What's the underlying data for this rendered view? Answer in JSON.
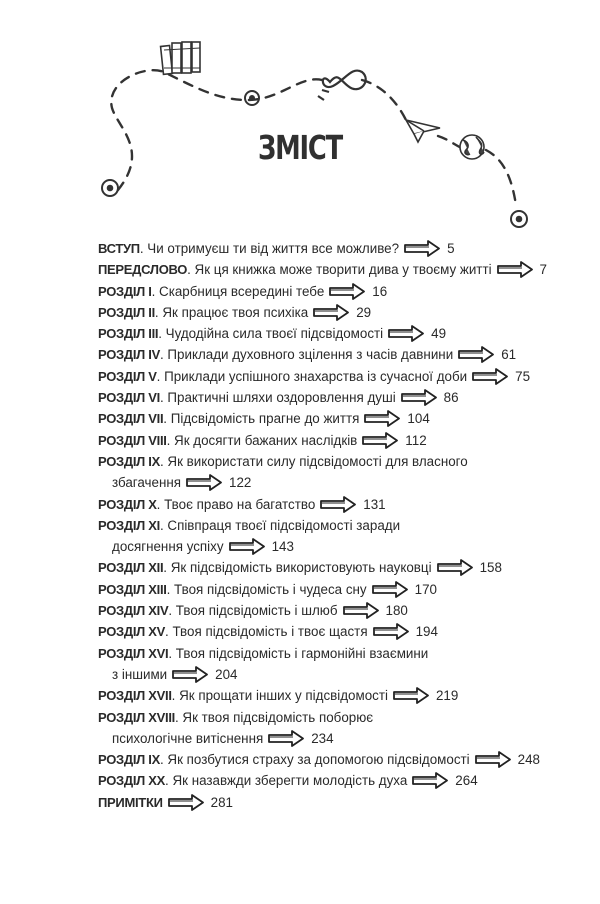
{
  "title": "ЗМІСТ",
  "icons": [
    "books-icon",
    "target-icon",
    "infinity-icon",
    "paper-plane-icon",
    "globe-icon"
  ],
  "colors": {
    "text": "#2a2a2a",
    "title": "#303030"
  },
  "entries": [
    {
      "label": "ВСТУП",
      "text": "Чи отримуєш ти від життя все можливе?",
      "page": "5"
    },
    {
      "label": "ПЕРЕДСЛОВО",
      "text": "Як ця книжка може творити дива у твоєму житті",
      "page": "7"
    },
    {
      "label": "РОЗДІЛ І",
      "text": "Скарбниця всередині тебе",
      "page": "16"
    },
    {
      "label": "РОЗДІЛ ІІ",
      "text": "Як працює твоя психіка",
      "page": "29"
    },
    {
      "label": "РОЗДІЛ ІІІ",
      "text": "Чудодійна сила твоєї підсвідомості",
      "page": "49"
    },
    {
      "label": "РОЗДІЛ IV",
      "text": "Приклади духовного зцілення з часів давнини",
      "page": "61"
    },
    {
      "label": "РОЗДІЛ V",
      "text": "Приклади успішного знахарства із сучасної доби",
      "page": "75"
    },
    {
      "label": "РОЗДІЛ VI",
      "text": "Практичні шляхи оздоровлення душі",
      "page": "86"
    },
    {
      "label": "РОЗДІЛ VII",
      "text": "Підсвідомість прагне до життя",
      "page": "104"
    },
    {
      "label": "РОЗДІЛ VIII",
      "text": "Як досягти бажаних наслідків",
      "page": "112"
    },
    {
      "label": "РОЗДІЛ IX",
      "text": "Як використати силу підсвідомості для власного",
      "cont": "збагачення",
      "page": "122"
    },
    {
      "label": "РОЗДІЛ X",
      "text": "Твоє право на багатство",
      "page": "131"
    },
    {
      "label": "РОЗДІЛ XI",
      "text": "Співпраця твоєї підсвідомості заради",
      "cont": "досягнення успіху",
      "page": "143"
    },
    {
      "label": "РОЗДІЛ XII",
      "text": "Як підсвідомість використовують науковці",
      "page": "158"
    },
    {
      "label": "РОЗДІЛ XIII",
      "text": "Твоя підсвідомість і чудеса сну",
      "page": "170"
    },
    {
      "label": "РОЗДІЛ XIV",
      "text": "Твоя підсвідомість і шлюб",
      "page": "180"
    },
    {
      "label": "РОЗДІЛ XV",
      "text": "Твоя підсвідомість і твоє щастя",
      "page": "194"
    },
    {
      "label": "РОЗДІЛ XVI",
      "text": "Твоя підсвідомість і гармонійні взаємини",
      "cont": "з іншими",
      "page": "204"
    },
    {
      "label": "РОЗДІЛ XVII",
      "text": "Як прощати інших у підсвідомості",
      "page": "219"
    },
    {
      "label": "РОЗДІЛ XVIII",
      "text": "Як твоя підсвідомість поборює",
      "cont": "психологічне витіснення",
      "page": "234"
    },
    {
      "label": "РОЗДІЛ IX",
      "text": "Як позбутися страху за допомогою підсвідомості",
      "page": "248"
    },
    {
      "label": "РОЗДІЛ XX",
      "text": "Як назавжди зберегти молодість духа",
      "page": "264"
    },
    {
      "label": "ПРИМІТКИ",
      "text": "",
      "page": "281"
    }
  ]
}
